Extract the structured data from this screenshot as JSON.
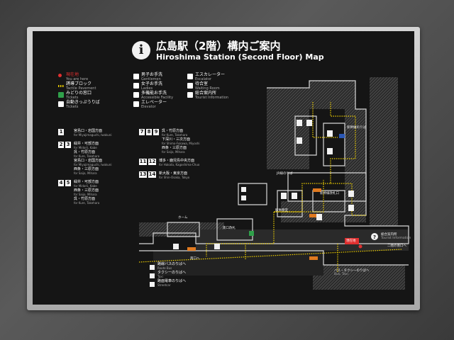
{
  "title": {
    "ja": "広島駅（2階）構内ご案内",
    "en": "Hiroshima Station (Second Floor) Map",
    "icon": "info-icon"
  },
  "legend": [
    {
      "id": "here",
      "ja": "現在地",
      "en": "You are here",
      "color": "#e03030",
      "icon": "current-location-icon"
    },
    {
      "id": "tactile",
      "ja": "誘導ブロック",
      "en": "Tactile Pavement",
      "color": "#f0d000",
      "icon": "tactile-pavement-icon"
    },
    {
      "id": "tickets",
      "ja": "みどりの窓口",
      "en": "Tickets",
      "color": "#2fa04a",
      "icon": "ticket-office-icon"
    },
    {
      "id": "ticketmachine",
      "ja": "自動きっぷうりば",
      "en": "Tickets",
      "color": "#ffffff",
      "icon": "ticket-machine-icon"
    },
    {
      "id": "men",
      "ja": "男子お手洗",
      "en": "Gentlemen",
      "color": "#ffffff",
      "icon": "men-restroom-icon"
    },
    {
      "id": "women",
      "ja": "女子お手洗",
      "en": "Ladies",
      "color": "#ffffff",
      "icon": "women-restroom-icon"
    },
    {
      "id": "accessible",
      "ja": "多機能お手洗",
      "en": "Accessible Facility",
      "color": "#ffffff",
      "icon": "accessible-restroom-icon"
    },
    {
      "id": "elevator",
      "ja": "エレベーター",
      "en": "Elevator",
      "color": "#ffffff",
      "icon": "elevator-icon"
    },
    {
      "id": "escalator",
      "ja": "エスカレーター",
      "en": "Escalator",
      "color": "#ffffff",
      "icon": "escalator-icon"
    },
    {
      "id": "waiting",
      "ja": "待合室",
      "en": "Waiting Room",
      "color": "#ffffff",
      "icon": "waiting-room-icon"
    },
    {
      "id": "tourist",
      "ja": "総合案内所",
      "en": "Tourist Information",
      "color": "#ffffff",
      "icon": "tourist-info-icon"
    }
  ],
  "platforms_left": [
    {
      "nums": [
        "1"
      ],
      "lines": [
        {
          "ja": "宮島口・岩国方面",
          "en": "for Miyajimaguchi, Iwakuni"
        }
      ]
    },
    {
      "nums": [
        "2",
        "3"
      ],
      "lines": [
        {
          "ja": "緑井・可部方面",
          "en": "for Midorii, Kabe"
        },
        {
          "ja": "呉・竹原方面",
          "en": "for Kure, Takehara"
        },
        {
          "ja": "宮島口・岩国方面",
          "en": "for Miyajimaguchi, Iwakuni"
        },
        {
          "ja": "西条・三原方面",
          "en": "for Saijo, Mihara"
        }
      ]
    },
    {
      "nums": [
        "4",
        "5"
      ],
      "lines": [
        {
          "ja": "緑井・可部方面",
          "en": "for Midorii, Kabe"
        },
        {
          "ja": "西条・三原方面",
          "en": "for Saijo, Mihara"
        },
        {
          "ja": "呉・竹原方面",
          "en": "for Kure, Takehara"
        }
      ]
    }
  ],
  "platforms_right": [
    {
      "nums": [
        "7",
        "8",
        "9"
      ],
      "lines": [
        {
          "ja": "呉・竹原方面",
          "en": "for Kure, Takehara"
        },
        {
          "ja": "下深川・三次方面",
          "en": "for Shimo-Fukawa, Miyoshi"
        },
        {
          "ja": "西条・三原方面",
          "en": "for Saijo, Mihara"
        }
      ]
    },
    {
      "nums": [
        "11",
        "12"
      ],
      "lines": [
        {
          "ja": "博多・鹿児島中央方面",
          "en": "for Hakata, Kagoshima-Chuo"
        }
      ]
    },
    {
      "nums": [
        "13",
        "14"
      ],
      "lines": [
        {
          "ja": "新大阪・東京方面",
          "en": "for Shin-Osaka, Tokyo"
        }
      ]
    }
  ],
  "map_labels": {
    "here": "現在地",
    "tourist": "総合案内所",
    "tourist_en": "Tourist Information",
    "south_exit": "南口へ",
    "north_exit": "二階の南口へ",
    "shinkansen": "新幹線のりば",
    "jr_line": "JR線のりば",
    "gates": "新幹線改札口",
    "bus": "バス・タクシーのりばへ",
    "bus_en": "Bus, Taxi",
    "station_office": "駅事務室",
    "entrance": "南口改札",
    "platform": "ホーム"
  },
  "bottom_left": [
    {
      "ja": "路線バスのりばへ",
      "en": "Route Bus"
    },
    {
      "ja": "タクシーのりばへ",
      "en": "Taxi"
    },
    {
      "ja": "路面電車のりばへ",
      "en": "Streetcar"
    }
  ]
}
